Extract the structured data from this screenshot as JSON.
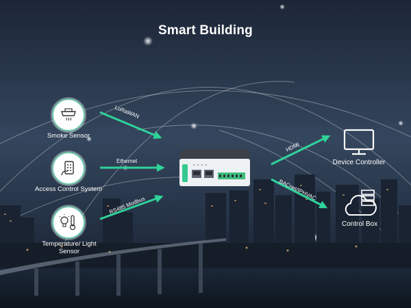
{
  "title": "Smart Building",
  "inputs": [
    {
      "label": "Smoke Sensor",
      "icon": "smoke-detector-icon"
    },
    {
      "label": "Access Control System",
      "icon": "access-keypad-icon"
    },
    {
      "label": "Temperature/ Light Sensor",
      "icon": "thermometer-bulb-icon"
    }
  ],
  "input_protocols": [
    "LoRaWAN",
    "Ethernet",
    "RS485 Modbus"
  ],
  "output_protocols": [
    "HDMI",
    "BACnet/IPHVAC"
  ],
  "outputs": [
    {
      "label": "Device Controller",
      "icon": "monitor-icon"
    },
    {
      "label": "Control Box",
      "icon": "cloud-server-icon"
    }
  ],
  "colors": {
    "accent": "#2fd39a",
    "node_border": "#6fc7ad",
    "sky": "#2c3e55",
    "title": "#ffffff"
  }
}
